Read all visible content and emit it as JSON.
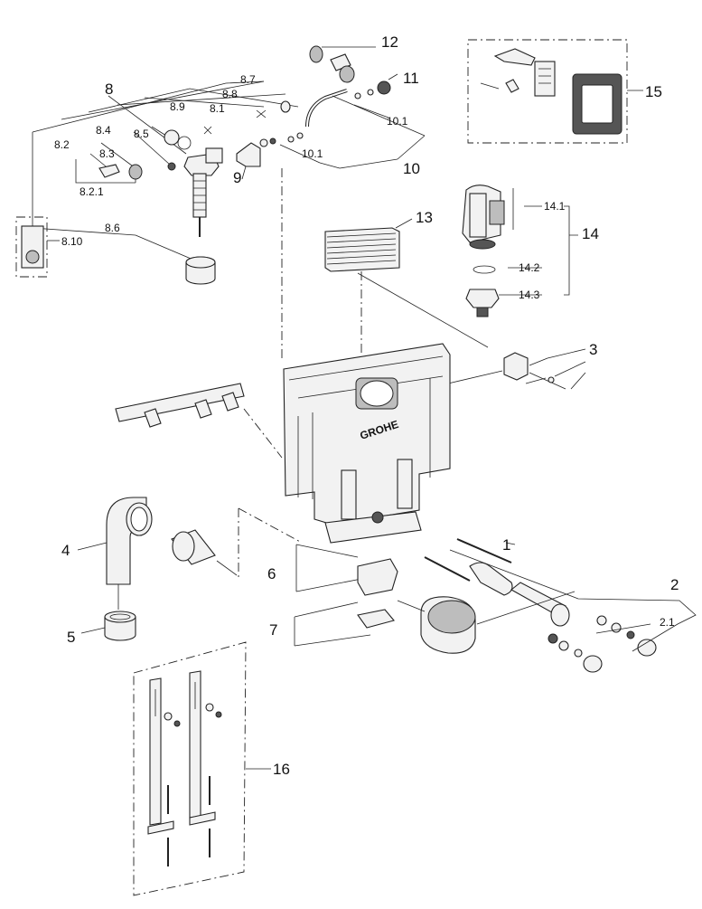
{
  "labels": {
    "l1": "1",
    "l2": "2",
    "l2_1": "2.1",
    "l3": "3",
    "l4": "4",
    "l5": "5",
    "l6": "6",
    "l7": "7",
    "l8": "8",
    "l8_1": "8.1",
    "l8_2": "8.2",
    "l8_2_1": "8.2.1",
    "l8_3": "8.3",
    "l8_4": "8.4",
    "l8_5": "8.5",
    "l8_6": "8.6",
    "l8_7": "8.7",
    "l8_8": "8.8",
    "l8_9": "8.9",
    "l8_10": "8.10",
    "l9": "9",
    "l10": "10",
    "l10_1a": "10.1",
    "l10_1b": "10.1",
    "l11": "11",
    "l12": "12",
    "l13": "13",
    "l14": "14",
    "l14_1": "14.1",
    "l14_2": "14.2",
    "l14_3": "14.3",
    "l15": "15",
    "l16": "16"
  },
  "brand_logo": "GROHE"
}
